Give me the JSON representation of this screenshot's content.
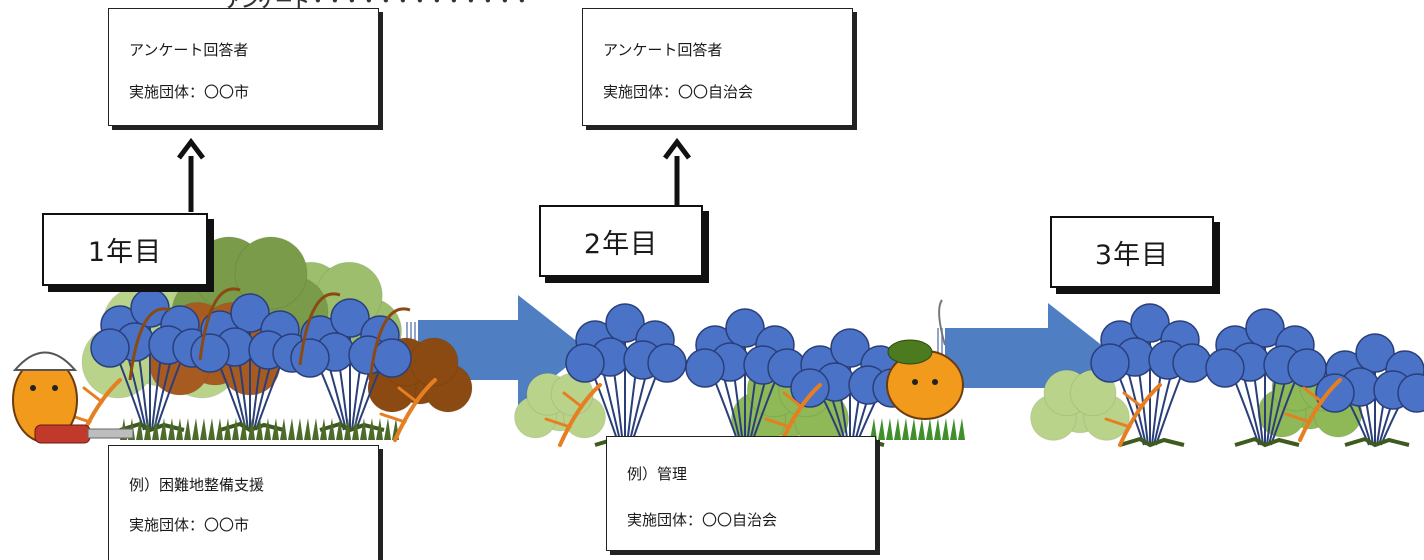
{
  "top_caption": "アンケート・・・・・・・・・・・・・",
  "years": [
    {
      "label": "1年目"
    },
    {
      "label": "2年目"
    },
    {
      "label": "3年目"
    }
  ],
  "survey_boxes": [
    {
      "title": "アンケート回答者",
      "org": "実施団体：〇〇市"
    },
    {
      "title": "アンケート回答者",
      "org": "実施団体：〇〇自治会"
    }
  ],
  "example_boxes": [
    {
      "title": "例）困難地整備支援",
      "org": "実施団体：〇〇市"
    },
    {
      "title": "例）管理",
      "org": "実施団体：〇〇自治会"
    }
  ],
  "colors": {
    "tree_blue": "#4a73c8",
    "tree_outline": "#2a3f7a",
    "arrow_blue": "#4f7fc2",
    "bush_green": "#b9d38b",
    "fern_orange": "#e67e22",
    "brown": "#8b4a12"
  }
}
